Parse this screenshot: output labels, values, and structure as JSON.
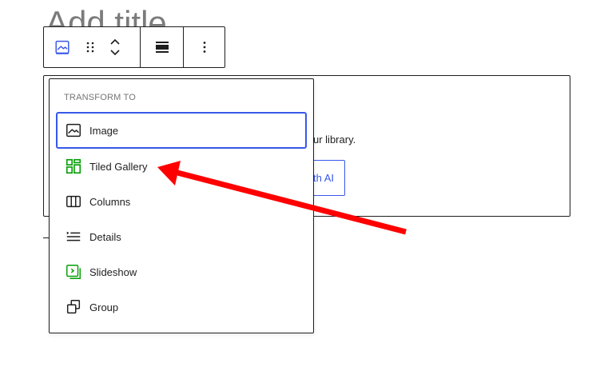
{
  "editor": {
    "title_placeholder": "Add title"
  },
  "toolbar": {
    "block_type_icon": "image-icon",
    "drag_icon": "drag-handle-icon",
    "move_up_icon": "chevron-up-icon",
    "move_down_icon": "chevron-down-icon",
    "align_icon": "align-center-icon",
    "more_icon": "more-vertical-icon"
  },
  "block": {
    "instructions_visible": "ur library.",
    "ai_button_visible": "th AI"
  },
  "menu": {
    "heading": "TRANSFORM TO",
    "items": [
      {
        "label": "Image",
        "icon": "image-icon"
      },
      {
        "label": "Tiled Gallery",
        "icon": "tiled-gallery-icon"
      },
      {
        "label": "Columns",
        "icon": "columns-icon"
      },
      {
        "label": "Details",
        "icon": "details-icon"
      },
      {
        "label": "Slideshow",
        "icon": "slideshow-icon"
      },
      {
        "label": "Group",
        "icon": "group-icon"
      }
    ]
  },
  "colors": {
    "accent": "#3858e9",
    "jetpack_green": "#069e08",
    "annotation_red": "#ff0000",
    "text": "#1e1e1e",
    "muted": "#757575"
  }
}
